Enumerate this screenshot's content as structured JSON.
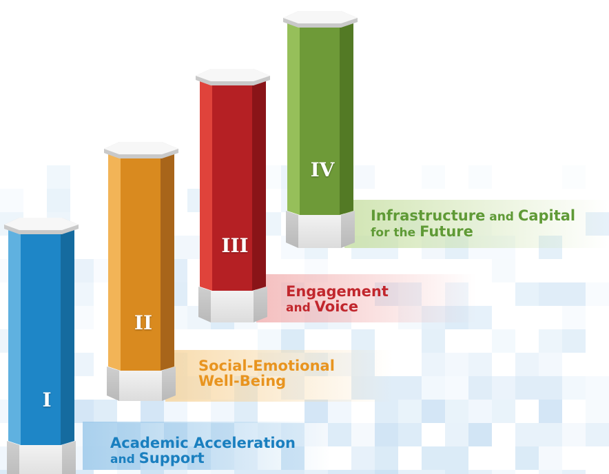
{
  "pillars": [
    {
      "numeral": "I",
      "label_line1": [
        {
          "text": "Academic Acceleration",
          "size": "lg"
        }
      ],
      "label_line2": [
        {
          "text": "and ",
          "size": "sm"
        },
        {
          "text": "Support",
          "size": "lg"
        }
      ],
      "colors": {
        "front": "#1e86c7",
        "left": "#5fb1e0",
        "right": "#156b9f",
        "text": "#1a7fbf",
        "band": "#9cc9ea"
      }
    },
    {
      "numeral": "II",
      "label_line1": [
        {
          "text": "Social-Emotional",
          "size": "lg"
        }
      ],
      "label_line2": [
        {
          "text": "Well-Being",
          "size": "lg"
        }
      ],
      "colors": {
        "front": "#d98a1f",
        "left": "#f2b457",
        "right": "#a8651a",
        "text": "#e8941f",
        "band": "#f7d6a0"
      }
    },
    {
      "numeral": "III",
      "label_line1": [
        {
          "text": "Engagement",
          "size": "lg"
        }
      ],
      "label_line2": [
        {
          "text": "and ",
          "size": "sm"
        },
        {
          "text": "Voice",
          "size": "lg"
        }
      ],
      "colors": {
        "front": "#b52024",
        "left": "#e0433b",
        "right": "#8a1418",
        "text": "#c1272d",
        "band": "#f2b3b3"
      }
    },
    {
      "numeral": "IV",
      "label_line1": [
        {
          "text": "Infrastructure",
          "size": "lg"
        },
        {
          "text": " and ",
          "size": "sm"
        },
        {
          "text": "Capital",
          "size": "lg"
        }
      ],
      "label_line2": [
        {
          "text": "for the ",
          "size": "sm"
        },
        {
          "text": "Future",
          "size": "lg"
        }
      ],
      "colors": {
        "front": "#6e9a38",
        "left": "#96bf5a",
        "right": "#537a25",
        "text": "#5f9a36",
        "band": "#c9e0a6"
      }
    }
  ]
}
